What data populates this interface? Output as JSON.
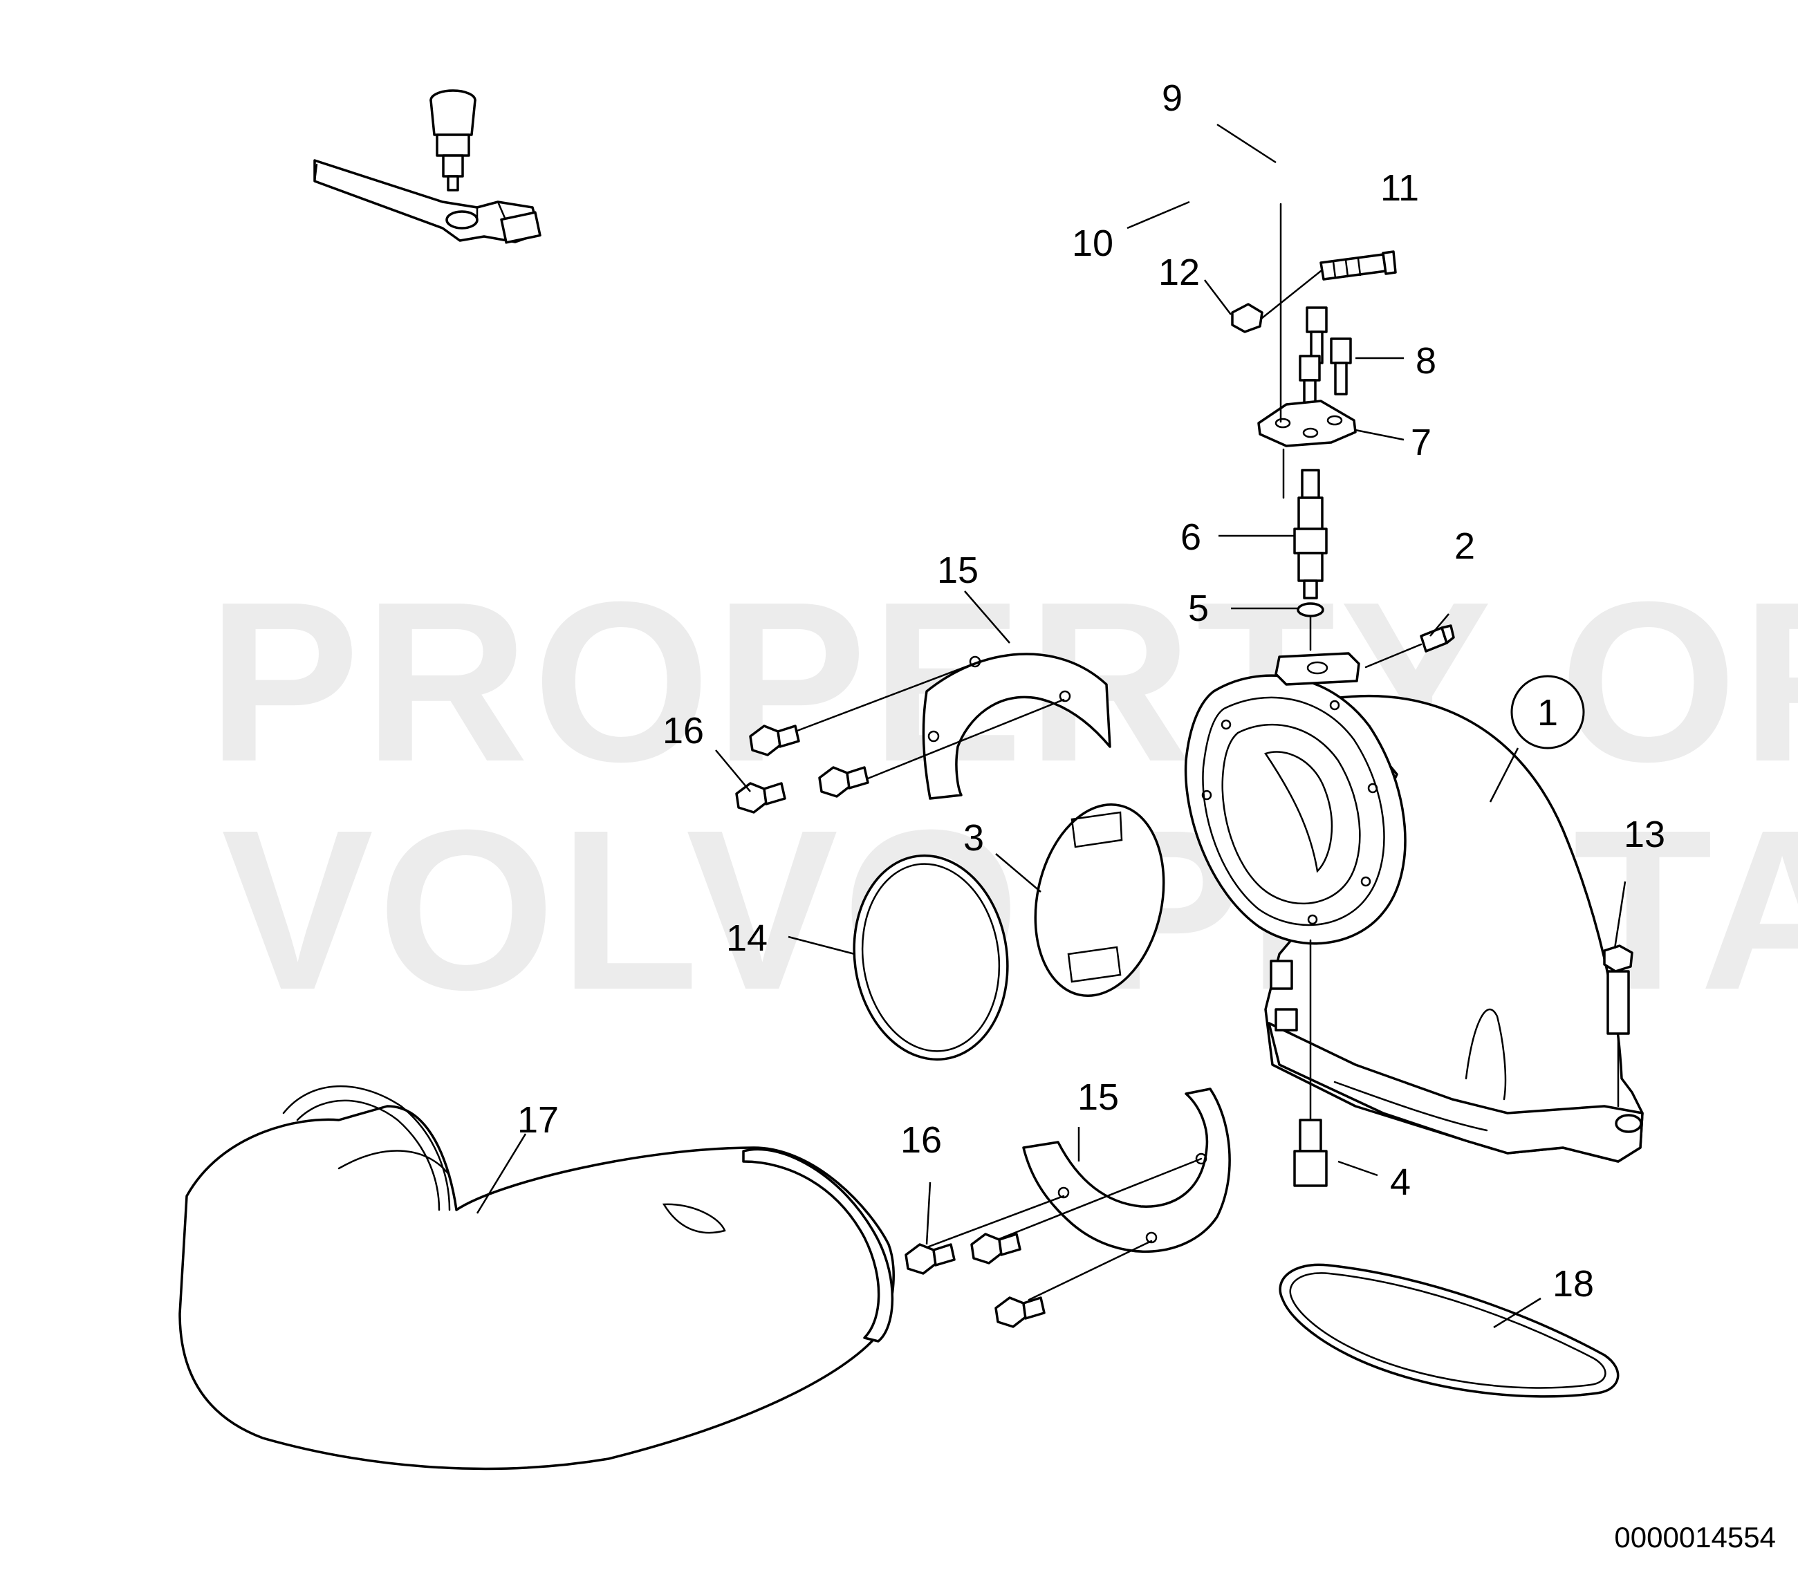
{
  "watermark": {
    "line1": "PROPERTY OF",
    "line2": "VOLVO PENTA",
    "color": "#ececec"
  },
  "document_id": "0000014554",
  "callouts": [
    {
      "id": "c1",
      "label": "1",
      "circled": true
    },
    {
      "id": "c2",
      "label": "2"
    },
    {
      "id": "c3",
      "label": "3"
    },
    {
      "id": "c4",
      "label": "4"
    },
    {
      "id": "c5",
      "label": "5"
    },
    {
      "id": "c6",
      "label": "6"
    },
    {
      "id": "c7",
      "label": "7"
    },
    {
      "id": "c8",
      "label": "8"
    },
    {
      "id": "c9",
      "label": "9"
    },
    {
      "id": "c10",
      "label": "10"
    },
    {
      "id": "c11",
      "label": "11"
    },
    {
      "id": "c12",
      "label": "12"
    },
    {
      "id": "c13",
      "label": "13"
    },
    {
      "id": "c14",
      "label": "14"
    },
    {
      "id": "c15a",
      "label": "15"
    },
    {
      "id": "c15b",
      "label": "15"
    },
    {
      "id": "c16a",
      "label": "16"
    },
    {
      "id": "c16b",
      "label": "16"
    },
    {
      "id": "c17",
      "label": "17"
    },
    {
      "id": "c18",
      "label": "18"
    }
  ]
}
